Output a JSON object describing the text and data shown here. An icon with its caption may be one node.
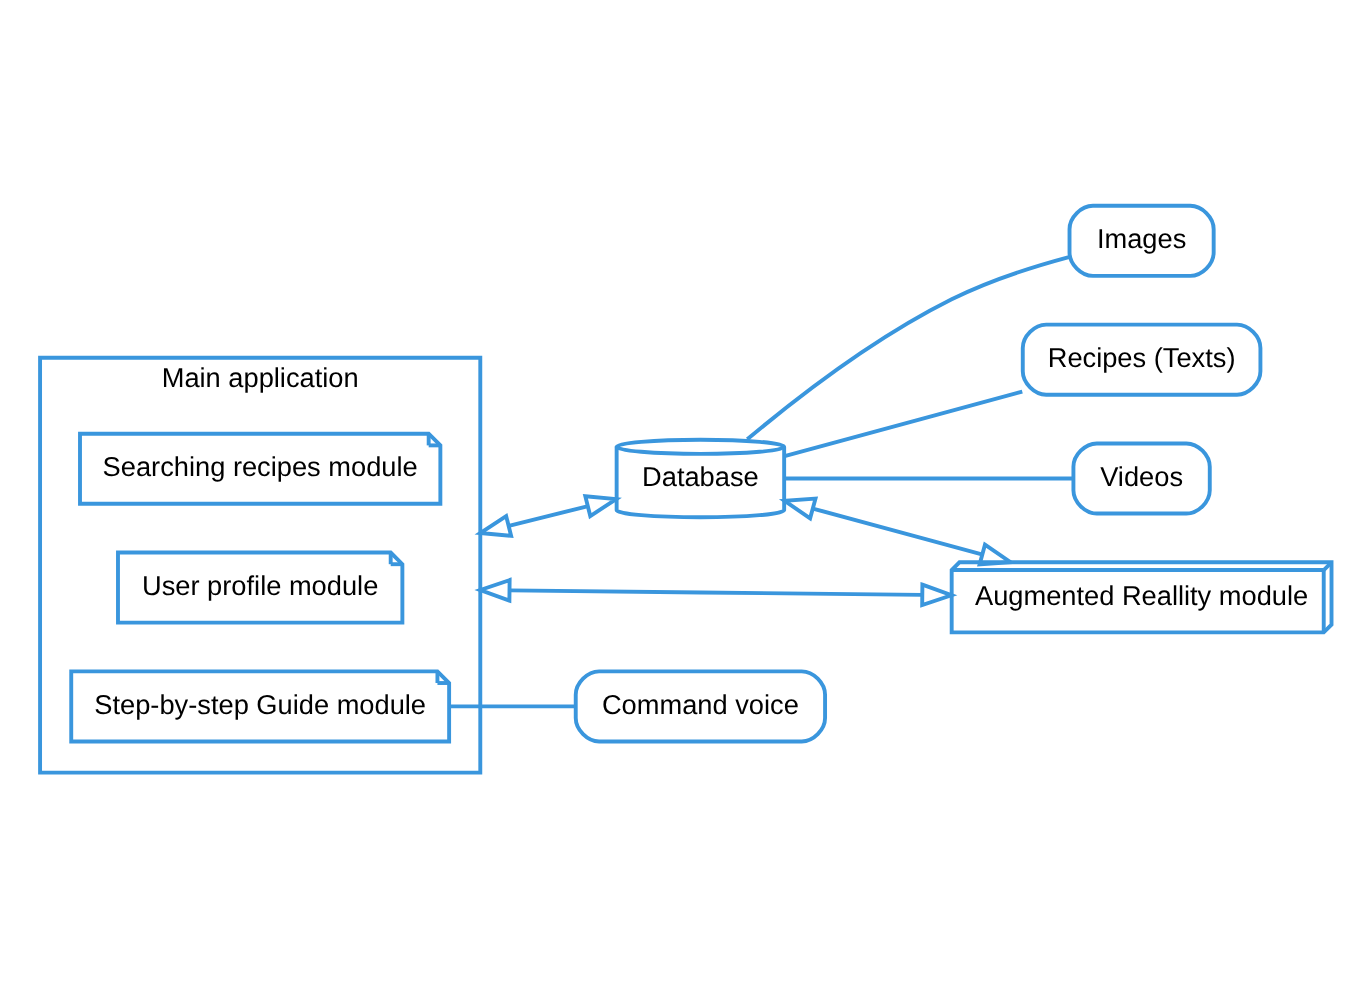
{
  "diagram": {
    "nodes": [
      {
        "text": [
          "Main application"
        ]
      },
      {
        "text": [
          "Searching recipes module"
        ],
        "in": 0
      },
      {
        "text": [
          "User profile module"
        ],
        "in": 0
      },
      {
        "text": [
          "Step-by-step Guide module"
        ],
        "in": 0
      },
      {
        "text": [
          "Command voice"
        ]
      },
      {
        "text": [
          "Database"
        ]
      },
      {
        "text": [
          "Images"
        ]
      },
      {
        "text": [
          "Recipes (Texts)"
        ]
      },
      {
        "text": [
          "Videos"
        ]
      },
      {
        "text": [
          "Augmented Reallity module"
        ]
      }
    ],
    "edges": [
      {
        "from": 0,
        "to": 5,
        "arrow": "both"
      },
      {
        "from": 5,
        "to": 9,
        "arrow": "both"
      },
      {
        "from": 0,
        "to": 9,
        "arrow": "both"
      },
      {
        "from": 3,
        "to": 4,
        "arrow": "none"
      },
      {
        "from": 5,
        "to": 6,
        "arrow": "none"
      },
      {
        "from": 5,
        "to": 7,
        "arrow": "none"
      },
      {
        "from": 5,
        "to": 8,
        "arrow": "none"
      }
    ]
  }
}
